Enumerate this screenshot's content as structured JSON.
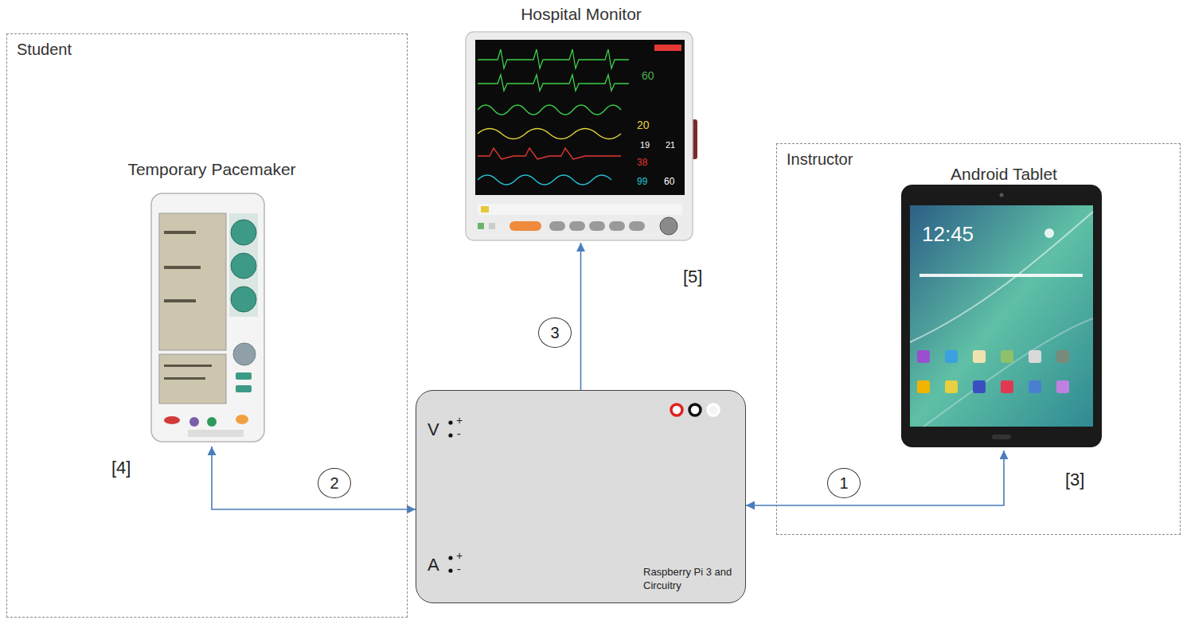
{
  "diagram": {
    "nodes": [
      {
        "text": [
          "Student"
        ]
      },
      {
        "text": [
          "Temporary Pacemaker"
        ],
        "in": 0
      },
      {
        "text": [
          "Hospital Monitor"
        ]
      },
      {
        "text": [
          "Instructor"
        ]
      },
      {
        "text": [
          "Android Tablet"
        ],
        "in": 3
      },
      {
        "text": [
          "Raspberry Pi 3 and Circuitry"
        ]
      }
    ],
    "edges": [
      {
        "from": 4,
        "to": 5,
        "label": "1",
        "arrow": "both"
      },
      {
        "from": 1,
        "to": 5,
        "label": "2",
        "arrow": "both"
      },
      {
        "from": 5,
        "to": 2,
        "label": "3",
        "arrow": "to"
      }
    ],
    "labels": [
      "[4]",
      "[5]",
      "[3]",
      "V",
      "+",
      "-",
      "A",
      "+",
      "-",
      "12:45",
      "60",
      "20",
      "19",
      "21",
      "38",
      "99",
      "60"
    ]
  }
}
